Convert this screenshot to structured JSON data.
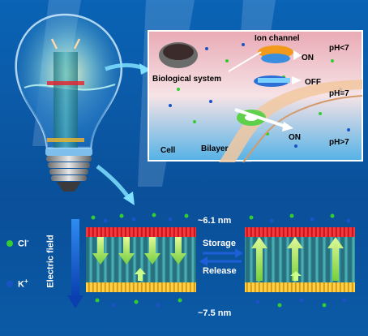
{
  "inset": {
    "biological_system": "Biological system",
    "ion_channel": "Ion channel",
    "on_top": "ON",
    "off": "OFF",
    "on_bottom": "ON",
    "ph_low": "pH<7",
    "ph_neutral": "pH=7",
    "ph_high": "pH>7",
    "cell": "Cell",
    "bilayer": "Bilayer"
  },
  "device": {
    "top_dimension": "~6.1 nm",
    "bottom_dimension": "~7.5 nm",
    "storage_label": "Storage",
    "release_label": "Release"
  },
  "legend": {
    "chloride": "Cl",
    "chloride_sup": "-",
    "potassium": "K",
    "potassium_sup": "+",
    "electric_field": "Electric field"
  },
  "colors": {
    "chloride": "#33cc33",
    "potassium": "#1a53c6",
    "membrane_top": "#e8212b",
    "membrane_bottom": "#f2b52a",
    "inset_acid": "#e6a4ad",
    "inset_base": "#5bb4e6"
  }
}
